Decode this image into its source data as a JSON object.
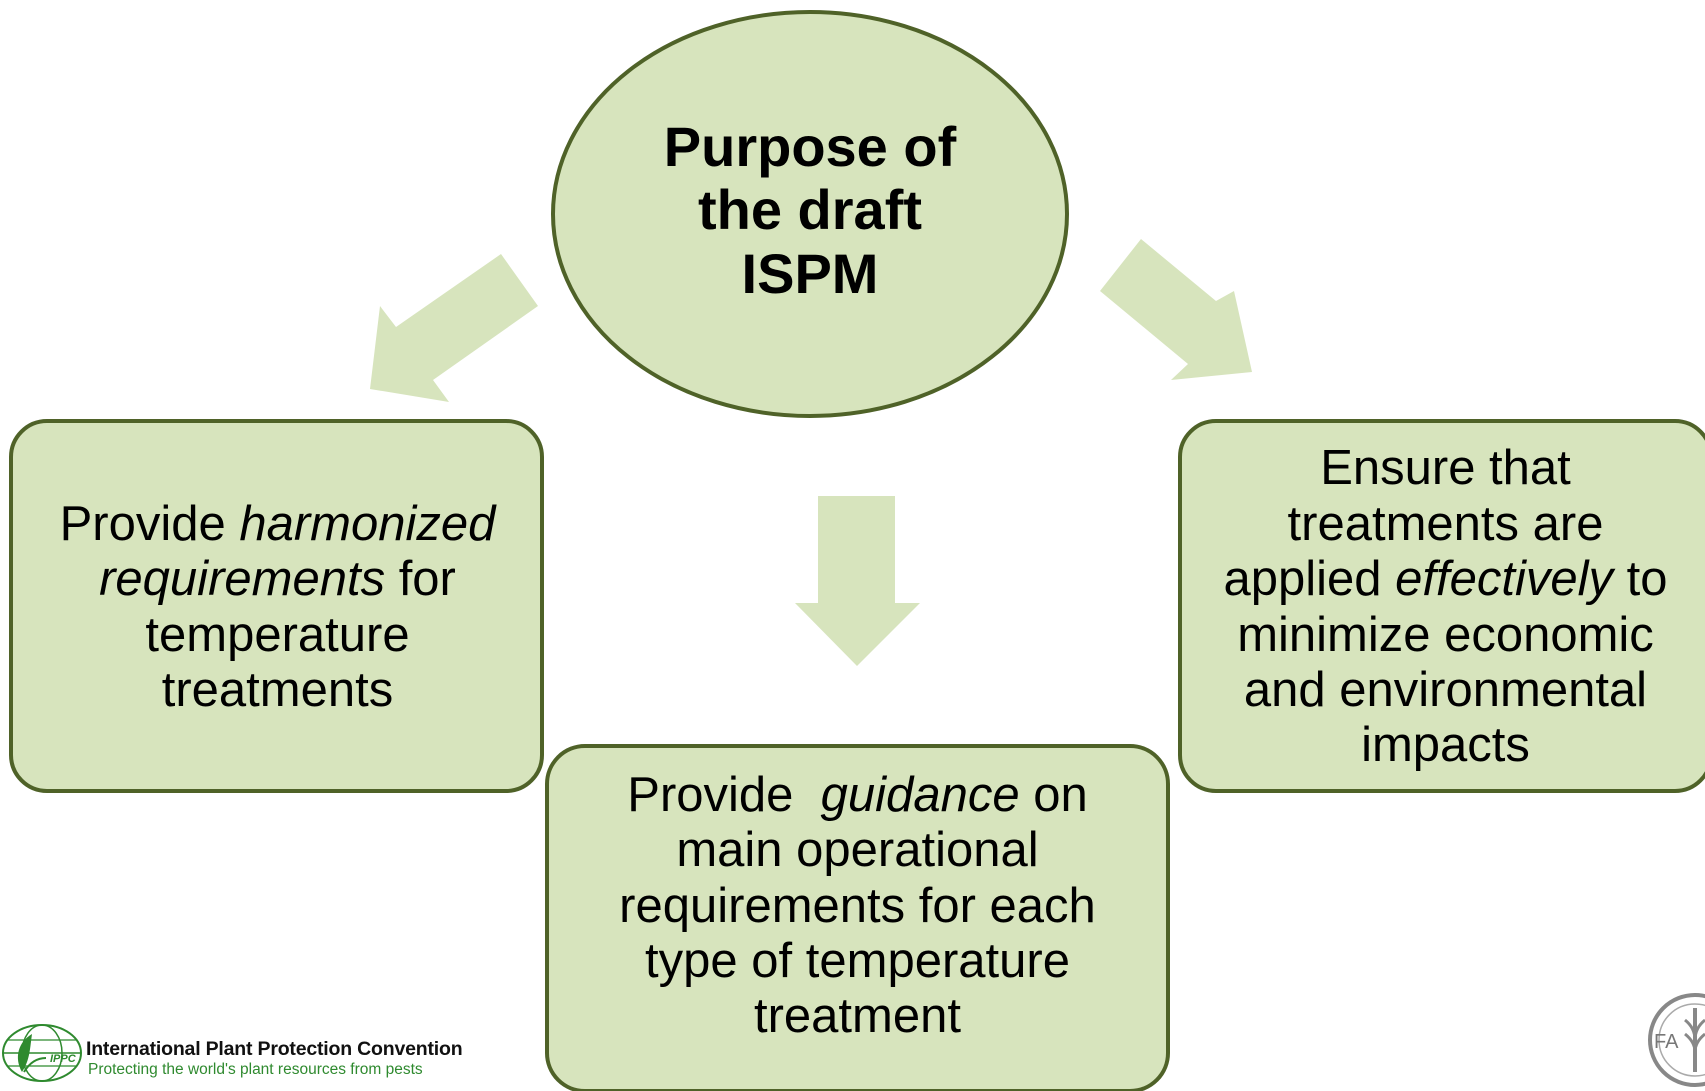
{
  "center": {
    "lines": [
      "Purpose of",
      "the draft",
      "ISPM"
    ]
  },
  "boxes": {
    "left": {
      "line1_plain": "Provide ",
      "line1_em": "harmonized",
      "line2_em": "requirements",
      "line2_plain": " for",
      "line3": "temperature",
      "line4": "treatments"
    },
    "bottom": {
      "line1_plain": "Provide  ",
      "line1_em": "guidance",
      "line1_tail": " on",
      "line2": "main operational",
      "line3": "requirements for each",
      "line4": "type of temperature",
      "line5": "treatment"
    },
    "right": {
      "line1": "Ensure that",
      "line2": "treatments are",
      "line3_plain": "applied ",
      "line3_em": "effectively",
      "line3_tail": " to",
      "line4": "minimize economic",
      "line5": "and environmental",
      "line6": "impacts"
    }
  },
  "logos": {
    "ippc_mark": "IPPC",
    "ippc_name": "International Plant Protection Convention",
    "ippc_tagline": "Protecting the world's plant resources from pests",
    "fao_letters": "FA"
  },
  "colors": {
    "fill": "#d7e4bd",
    "stroke": "#4f6228",
    "arrow": "#d7e4bd",
    "tagline": "#2f8a2f"
  }
}
